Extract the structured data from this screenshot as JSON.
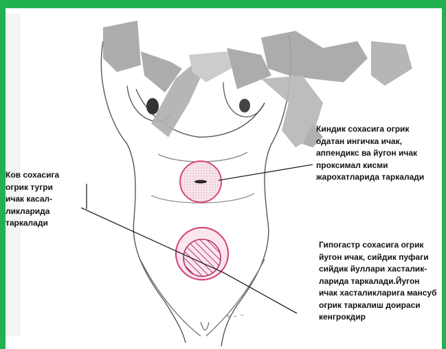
{
  "labels": {
    "umbilical": "Киндик сохасига огрик\nодатан ингичка ичак,\nаппендикс ва йугон ичак\nпроксимал кисми\nжарохатларида таркалади",
    "pubic": "Ков сохасига\nогрик тугри\nичак касал-\nликларида\nтаркалади",
    "hypogastric": "Гипогастр сохасига огрик\nйугон ичак, сийдик пуфаги\nсийдик йуллари хасталик-\nларида таркалади.Йугон\nичак хасталикларига мансуб\nогрик таркалиш доираси\nкенгрокдир"
  },
  "colors": {
    "frame": "#21b24f",
    "circle_stroke": "#d4477a",
    "circle_fill": "#f8e0e8",
    "hatch": "#b0306a",
    "line": "#222222",
    "overlay_gray": "#a0a0a0"
  },
  "icons": {
    "figure": "torso-illustration-icon",
    "signature": "artist-signature-icon"
  }
}
